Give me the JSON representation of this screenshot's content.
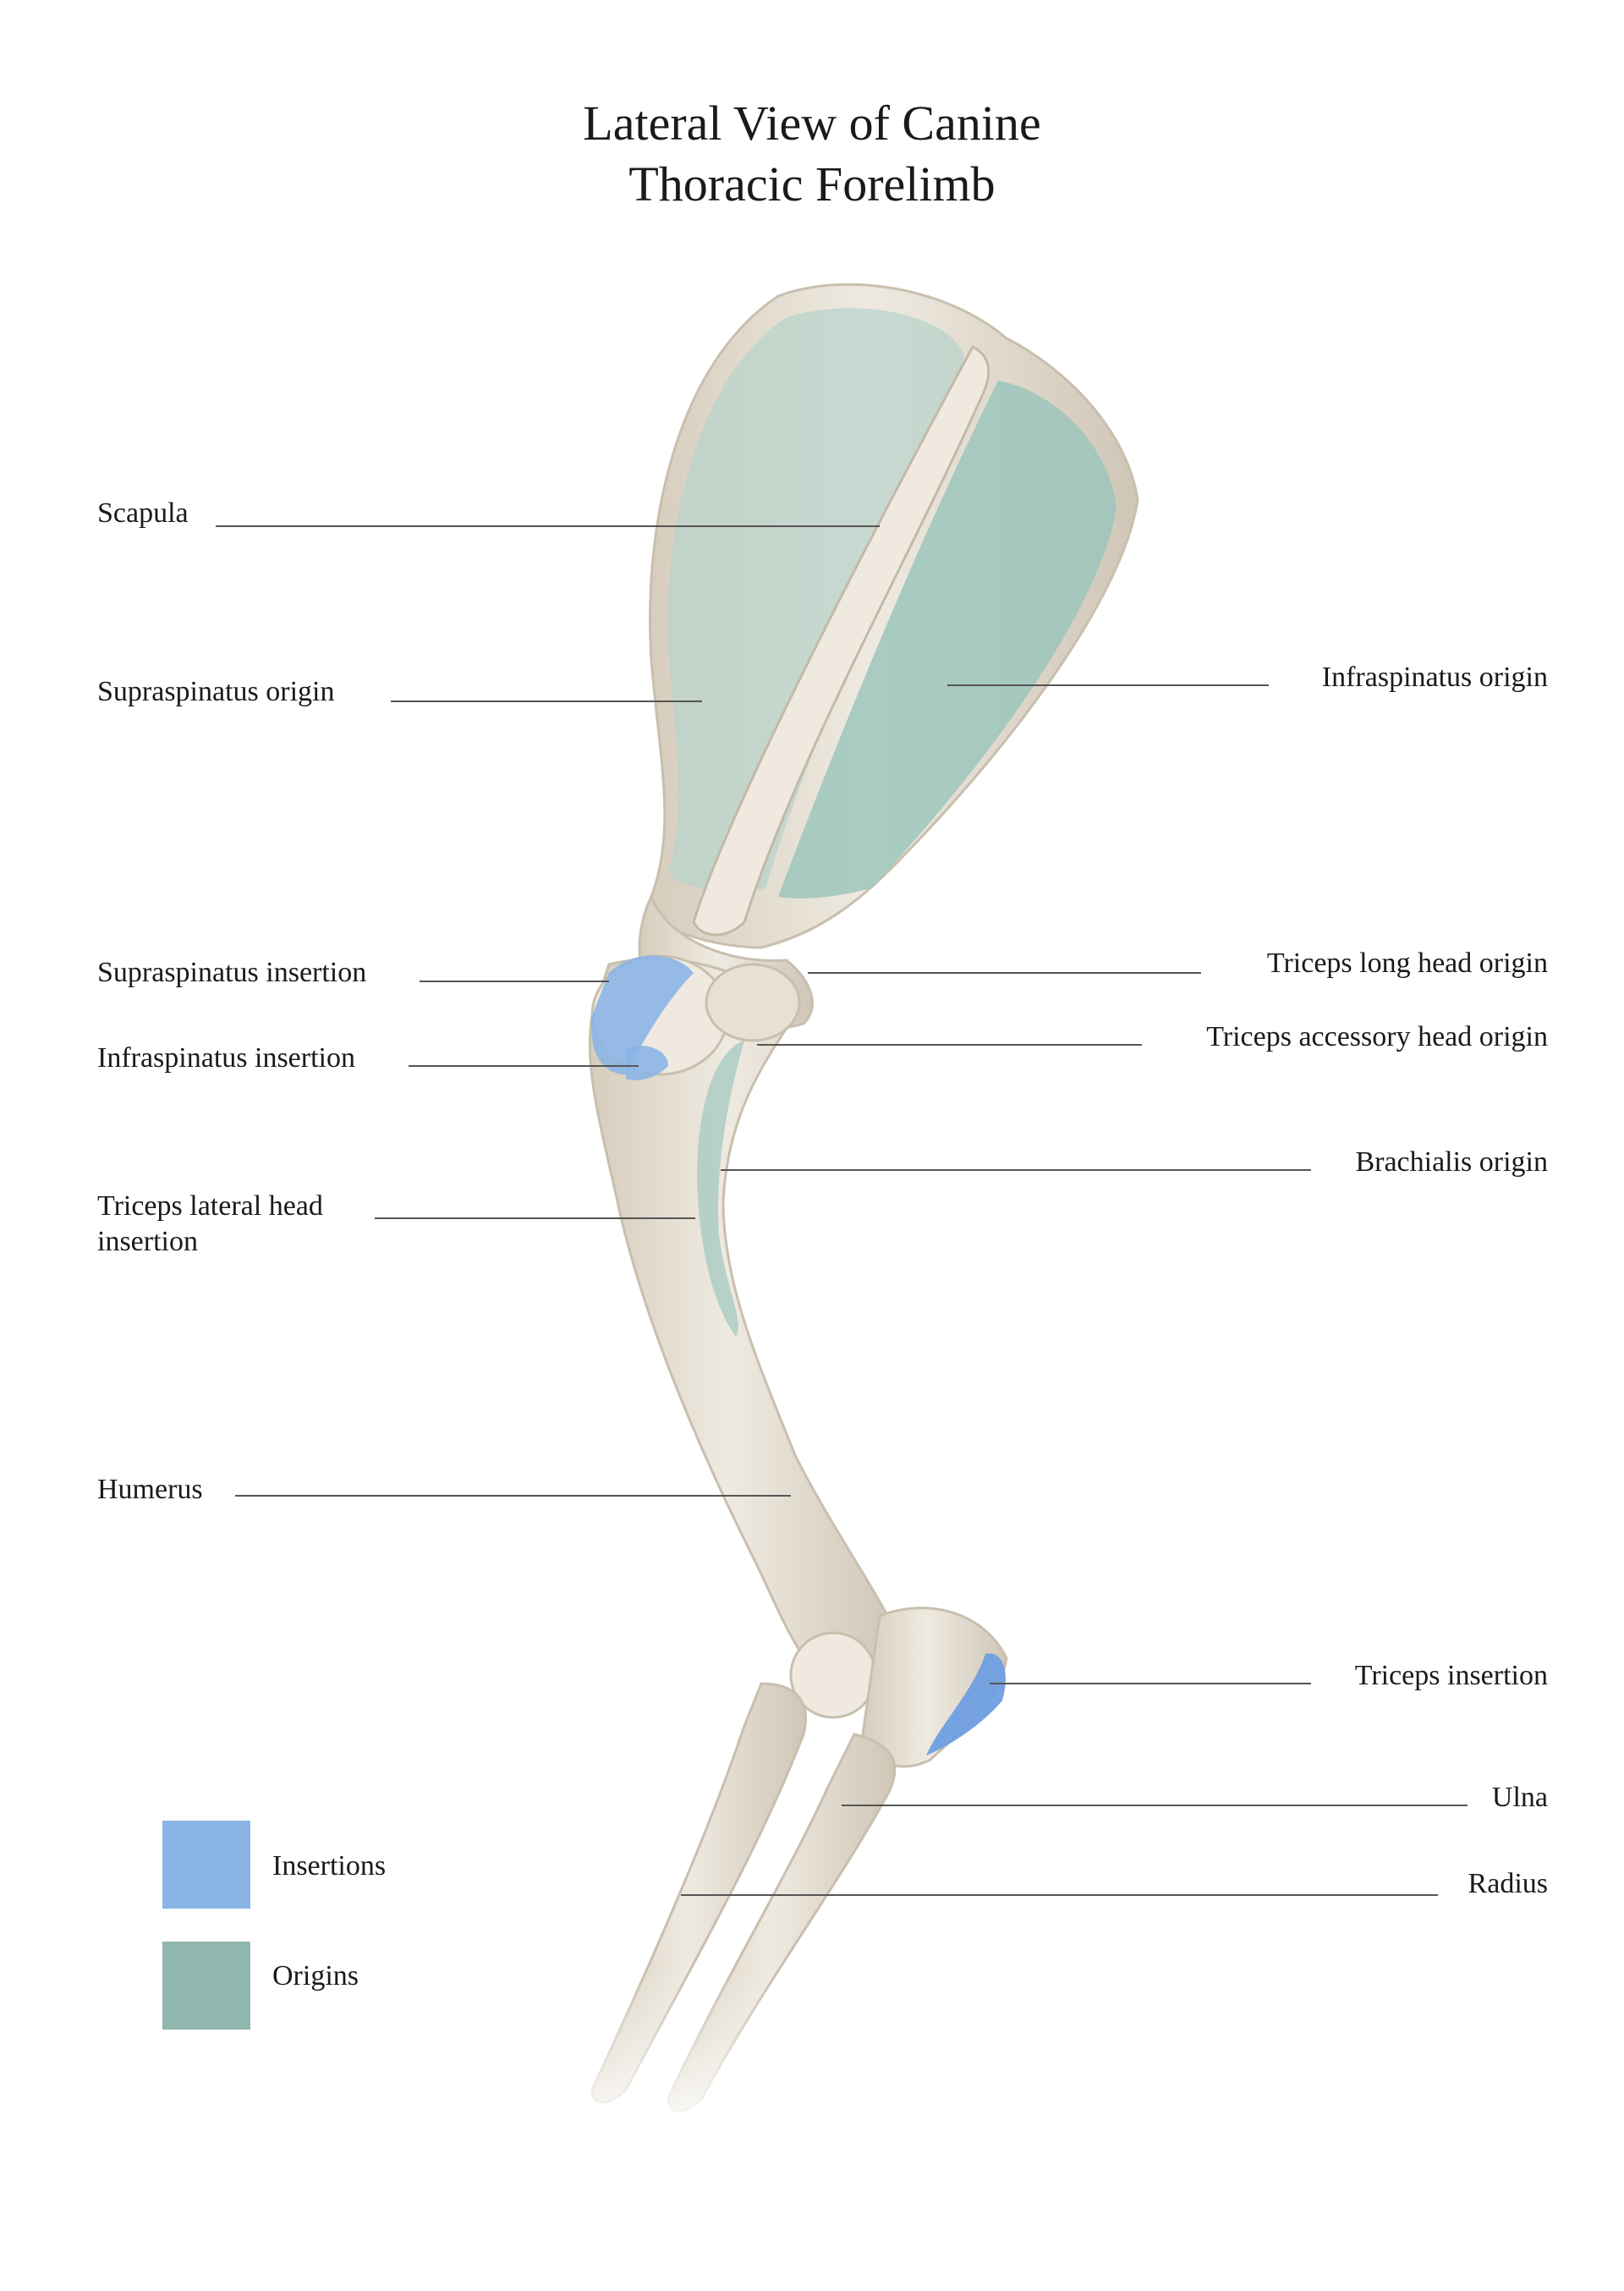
{
  "title": {
    "line1": "Lateral View of Canine",
    "line2": "Thoracic Forelimb"
  },
  "colors": {
    "insertion": "#8bb5e6",
    "origin": "#8fb7ad",
    "bone": "#e9e3d8",
    "bone_shadow": "#cfc6b6",
    "leader": "#555555"
  },
  "labels": {
    "scapula": "Scapula",
    "supraspinatus_origin": "Supraspinatus origin",
    "infraspinatus_origin": "Infraspinatus origin",
    "supraspinatus_insertion": "Supraspinatus insertion",
    "triceps_long_head_origin": "Triceps long head origin",
    "infraspinatus_insertion": "Infraspinatus insertion",
    "triceps_accessory_head_origin": "Triceps accessory head origin",
    "brachialis_origin": "Brachialis origin",
    "triceps_lateral_head_insertion": "Triceps lateral head insertion",
    "humerus": "Humerus",
    "triceps_insertion": "Triceps insertion",
    "ulna": "Ulna",
    "radius": "Radius"
  },
  "legend": {
    "insertions": "Insertions",
    "origins": "Origins"
  }
}
